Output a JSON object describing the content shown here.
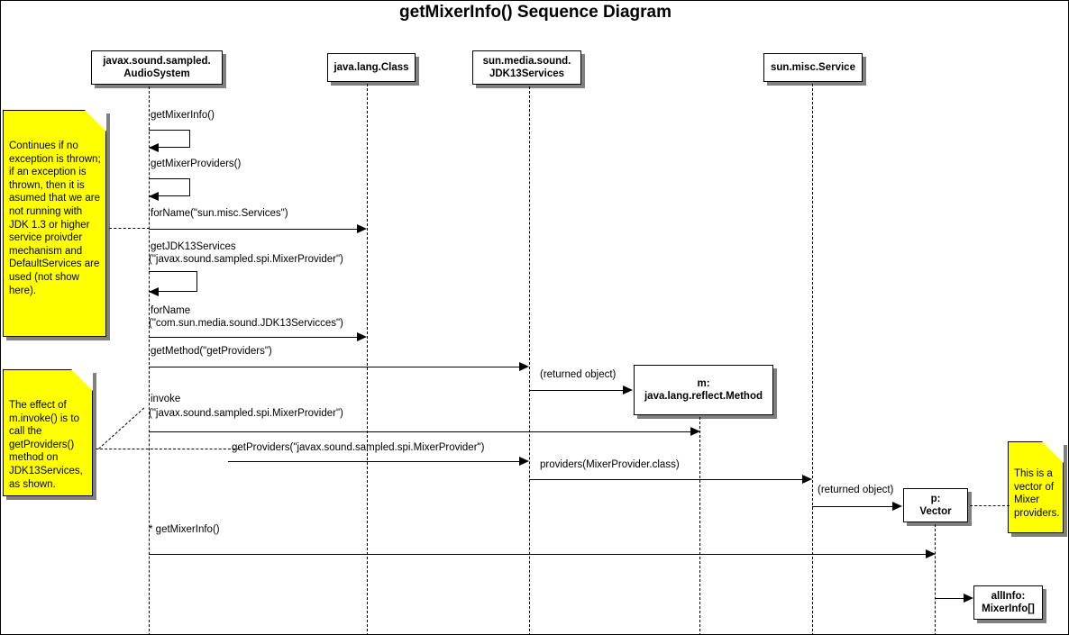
{
  "title": "getMixerInfo() Sequence Diagram",
  "participants": [
    {
      "id": "audiosystem",
      "line1": "javax.sound.sampled.",
      "line2": "AudioSystem"
    },
    {
      "id": "javalangclass",
      "line1": "java.lang.Class",
      "line2": ""
    },
    {
      "id": "jdk13services",
      "line1": "sun.media.sound.",
      "line2": "JDK13Services"
    },
    {
      "id": "sunmiscservice",
      "line1": "sun.misc.Service",
      "line2": ""
    }
  ],
  "objects": [
    {
      "id": "method",
      "line1": "m:",
      "line2": "java.lang.reflect.Method"
    },
    {
      "id": "vector",
      "line1": "p:",
      "line2": "Vector"
    },
    {
      "id": "allinfo",
      "line1": "allInfo:",
      "line2": "MixerInfo[]"
    }
  ],
  "messages": [
    {
      "id": "m1",
      "label": "getMixerInfo()"
    },
    {
      "id": "m2",
      "label": "getMixerProviders()"
    },
    {
      "id": "m3",
      "label": "forName(\"sun.misc.Services\")"
    },
    {
      "id": "m4a",
      "label": "getJDK13Services"
    },
    {
      "id": "m4b",
      "label": "(\"javax.sound.sampled.spi.MixerProvider\")"
    },
    {
      "id": "m5a",
      "label": "forName"
    },
    {
      "id": "m5b",
      "label": "(\"com.sun.media.sound.JDK13Servicces\")"
    },
    {
      "id": "m6",
      "label": "getMethod(\"getProviders\")"
    },
    {
      "id": "m7",
      "label": "(returned object)"
    },
    {
      "id": "m8a",
      "label": "invoke"
    },
    {
      "id": "m8b",
      "label": "(\"javax.sound.sampled.spi.MixerProvider\")"
    },
    {
      "id": "m9",
      "label": "getProviders(\"javax.sound.sampled.spi.MixerProvider\")"
    },
    {
      "id": "m10",
      "label": "providers(MixerProvider.class)"
    },
    {
      "id": "m11",
      "label": "(returned object)"
    },
    {
      "id": "m12",
      "label": "* getMixerInfo()"
    }
  ],
  "notes": [
    {
      "id": "note-exception",
      "text": "Continues if no exception is thrown; if an exception is thrown, then it is asumed that we are not running with JDK 1.3 or higher service proivder mechanism and DefaultServices are used (not show here)."
    },
    {
      "id": "note-invoke",
      "text": "The effect of m.invoke() is to call the getProviders() method on JDK13Services, as shown."
    },
    {
      "id": "note-vector",
      "text": "This is a vector of Mixer providers."
    }
  ],
  "colors": {
    "note_fill": "#ffff00",
    "box_fill": "#ffffff",
    "stroke": "#000000",
    "shadow": "#808080"
  }
}
